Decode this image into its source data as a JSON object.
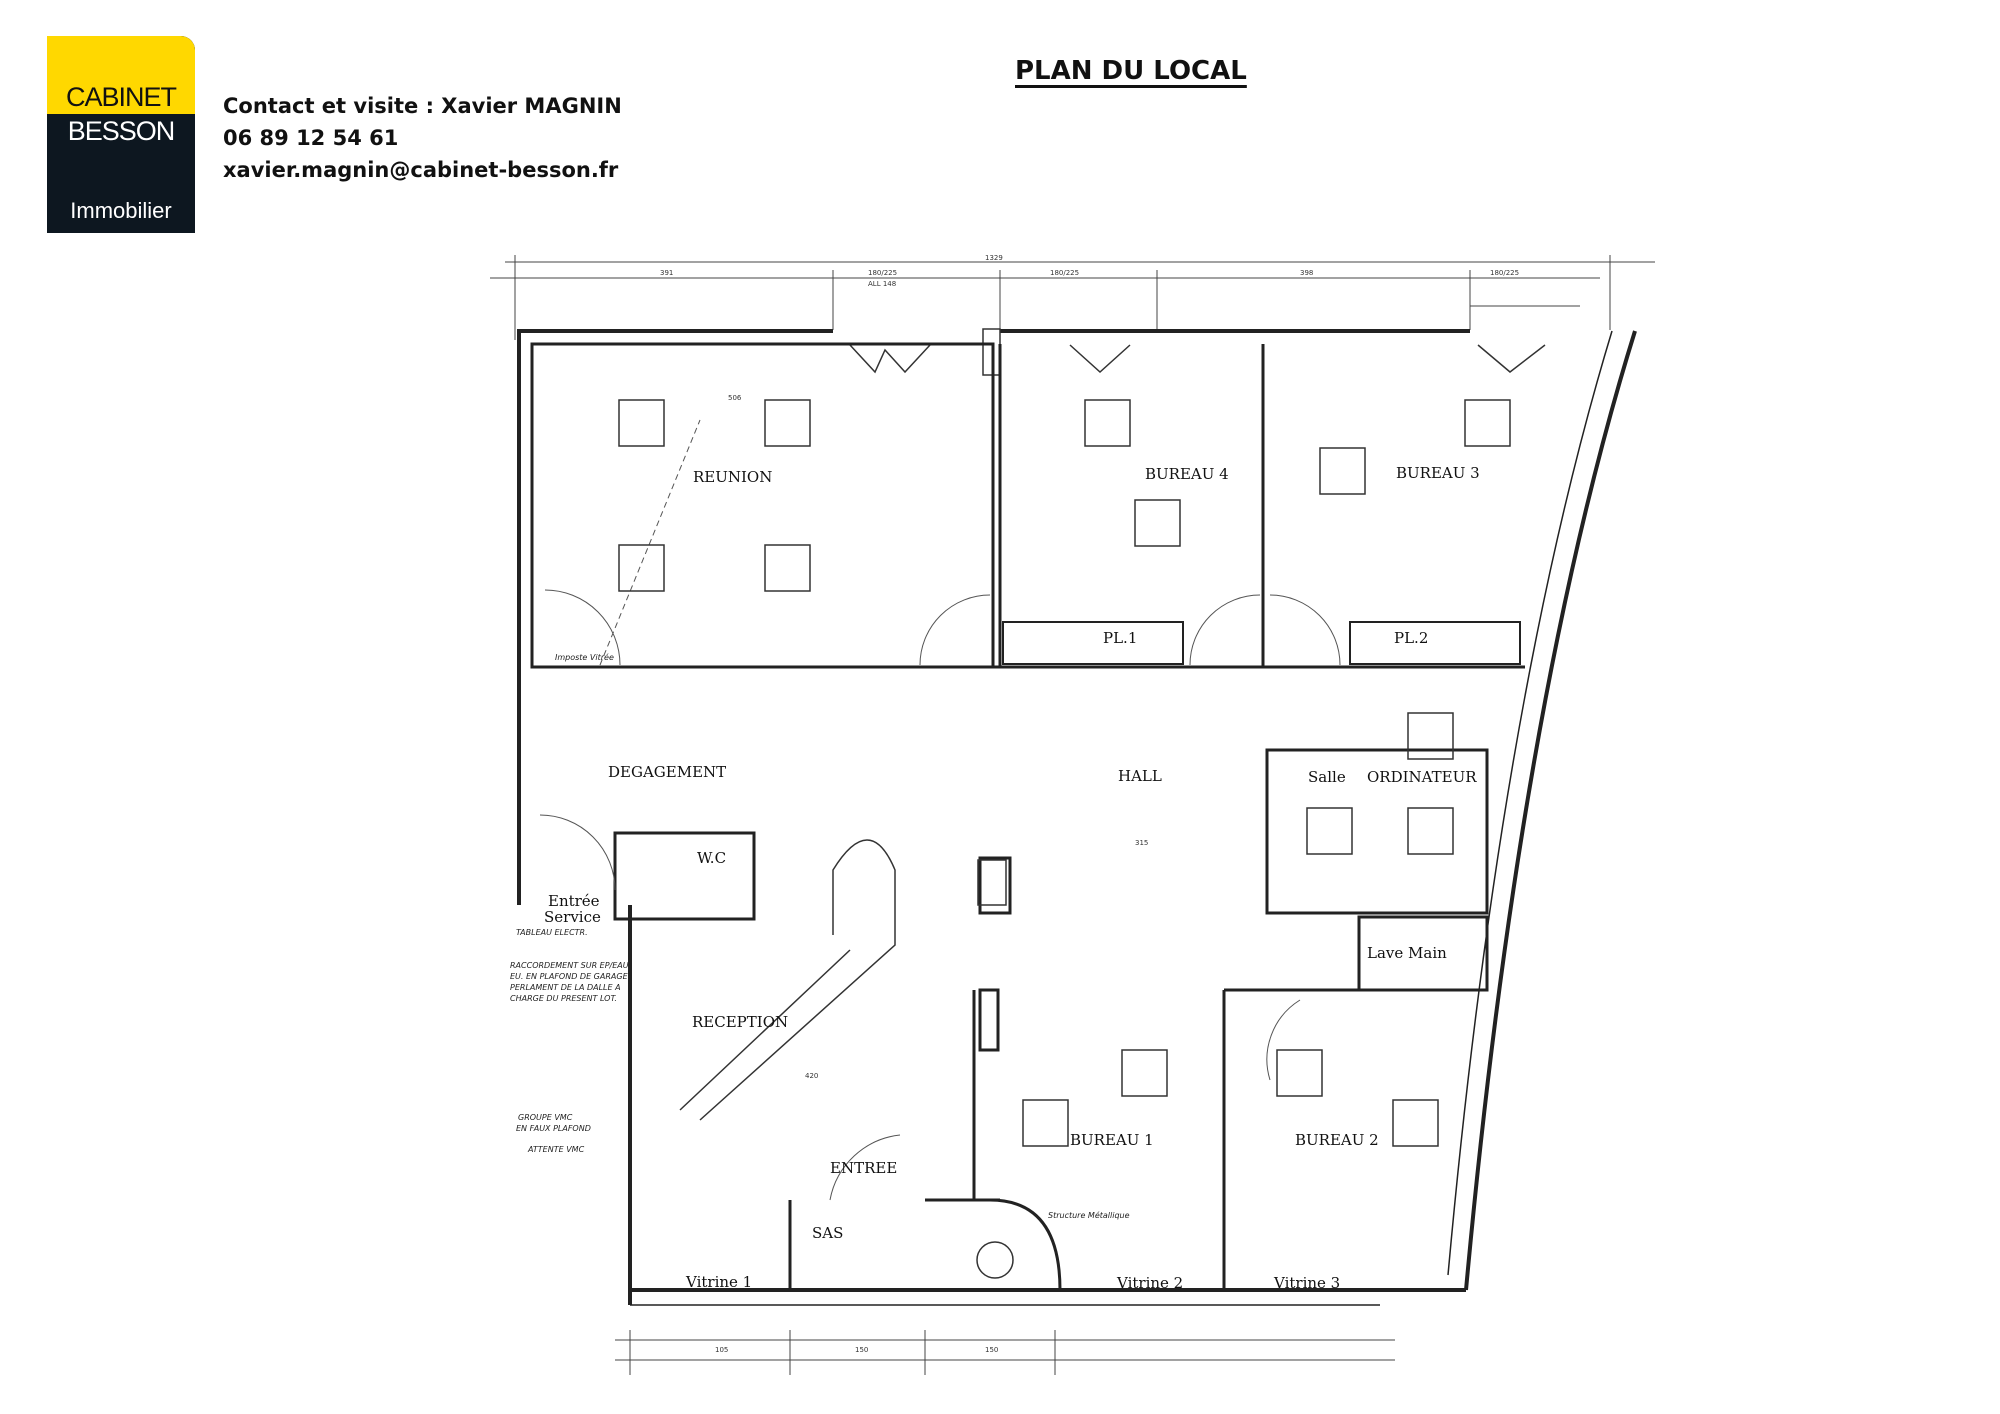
{
  "logo": {
    "line1": "CABINET",
    "line2": "BESSON",
    "line3": "Immobilier"
  },
  "contact": {
    "name_line": "Contact et visite : Xavier MAGNIN",
    "phone": "06 89 12 54 61",
    "email": "xavier.magnin@cabinet-besson.fr"
  },
  "title": "PLAN DU LOCAL",
  "rooms": {
    "reunion": "REUNION",
    "bureau4": "BUREAU 4",
    "bureau3": "BUREAU 3",
    "pl1": "PL.1",
    "pl2": "PL.2",
    "degagement": "DEGAGEMENT",
    "hall": "HALL",
    "salle": "Salle",
    "ordinateur": "ORDINATEUR",
    "wc": "W.C",
    "entree_service_1": "Entrée",
    "entree_service_2": "Service",
    "reception": "RECEPTION",
    "lave_main": "Lave Main",
    "bureau1": "BUREAU 1",
    "bureau2": "BUREAU 2",
    "entree": "ENTREE",
    "sas": "SAS",
    "vitrine1": "Vitrine 1",
    "vitrine2": "Vitrine 2",
    "vitrine3": "Vitrine 3"
  },
  "annotations": {
    "tableau": "TABLEAU ELECTR.",
    "raccord_1": "RACCORDEMENT SUR EP/EAU",
    "raccord_2": "EU. EN PLAFOND DE GARAGE",
    "raccord_3": "PERLAMENT DE LA DALLE A",
    "raccord_4": "CHARGE DU PRESENT LOT.",
    "groupe_vmc_1": "GROUPE VMC",
    "groupe_vmc_2": "EN FAUX PLAFOND",
    "attente_vmc": "ATTENTE VMC",
    "structure": "Structure Métallique",
    "imposte_vitree": "Imposte Vitrée"
  },
  "dimensions": {
    "total": "1329",
    "d391": "391",
    "d180a": "180/225",
    "d180b": "180/225",
    "d398": "398",
    "d180c": "180/225",
    "all": "ALL 148",
    "b105": "105",
    "b150a": "150",
    "b150b": "150",
    "d420": "420",
    "d315": "315",
    "d506": "506"
  }
}
